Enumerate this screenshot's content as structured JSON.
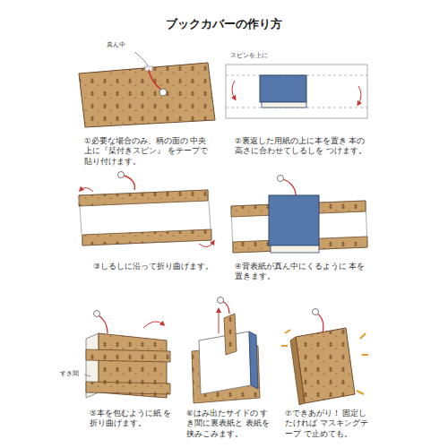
{
  "diagram": {
    "title": "ブックカバーの作り方",
    "labels": [
      "真ん中",
      "スピンを上に",
      "①必要な場合のみ、柄の面の 中央上に『栞付きスピン』 をテープで貼り付けます。",
      "②裏返した用紙の上に本を置き 本の高さに合わせてしるしを つけます。",
      "③しるしに沿って折り曲げます。",
      "④背表紙が真ん中にくるように 本を置きます。",
      "すき間",
      "⑤本を包むように紙 を折り曲げます。",
      "⑥はみ出たサイドの すき間に裏表紙と 表紙を挟みこみます。",
      "⑦できあがり！ 固定したければ マスキングテープ で止めても。"
    ]
  }
}
